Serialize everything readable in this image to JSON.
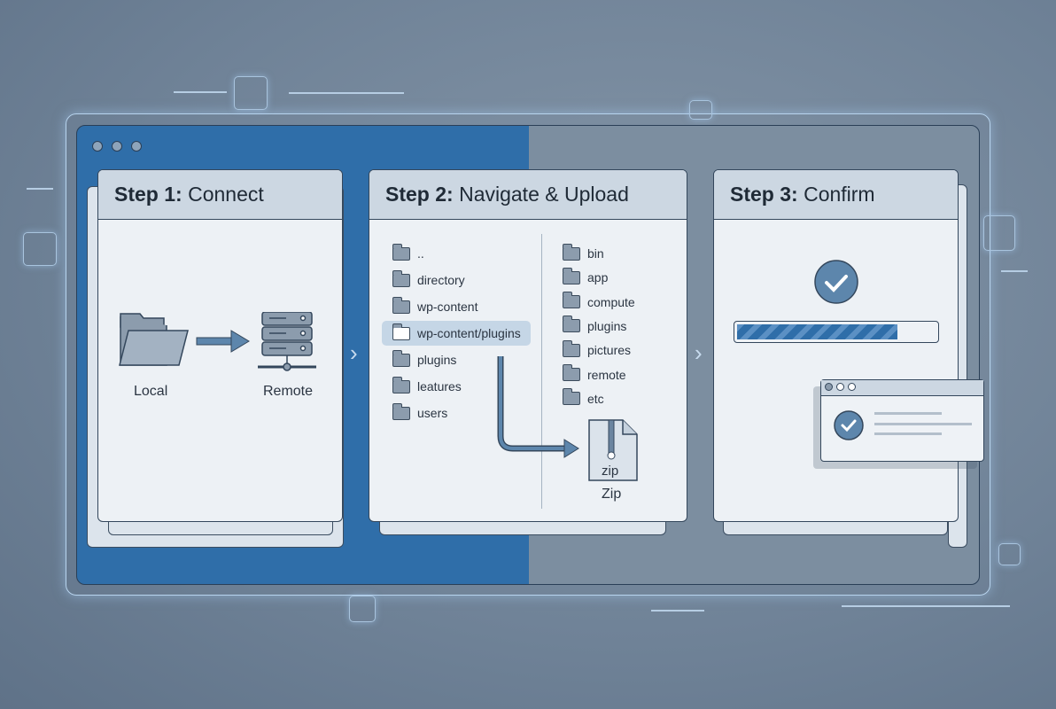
{
  "steps": [
    {
      "number": "Step 1:",
      "title": "Connect",
      "local_label": "Local",
      "remote_label": "Remote"
    },
    {
      "number": "Step 2:",
      "title": "Navigate & Upload",
      "left_folders": [
        "..",
        "directory",
        "wp-content",
        "wp-content/plugins",
        "plugins",
        "leatures",
        "users"
      ],
      "selected_folder": "wp-content/plugins",
      "right_folders": [
        "bin",
        "app",
        "compute",
        "plugins",
        "pictures",
        "remote",
        "etc"
      ],
      "zip_icon_text": "zip",
      "zip_label": "Zip"
    },
    {
      "number": "Step 3:",
      "title": "Confirm",
      "progress_percent": 81
    }
  ],
  "colors": {
    "accent": "#2f6ea9",
    "background": "#7c8ea0",
    "panel": "#edf1f5"
  }
}
